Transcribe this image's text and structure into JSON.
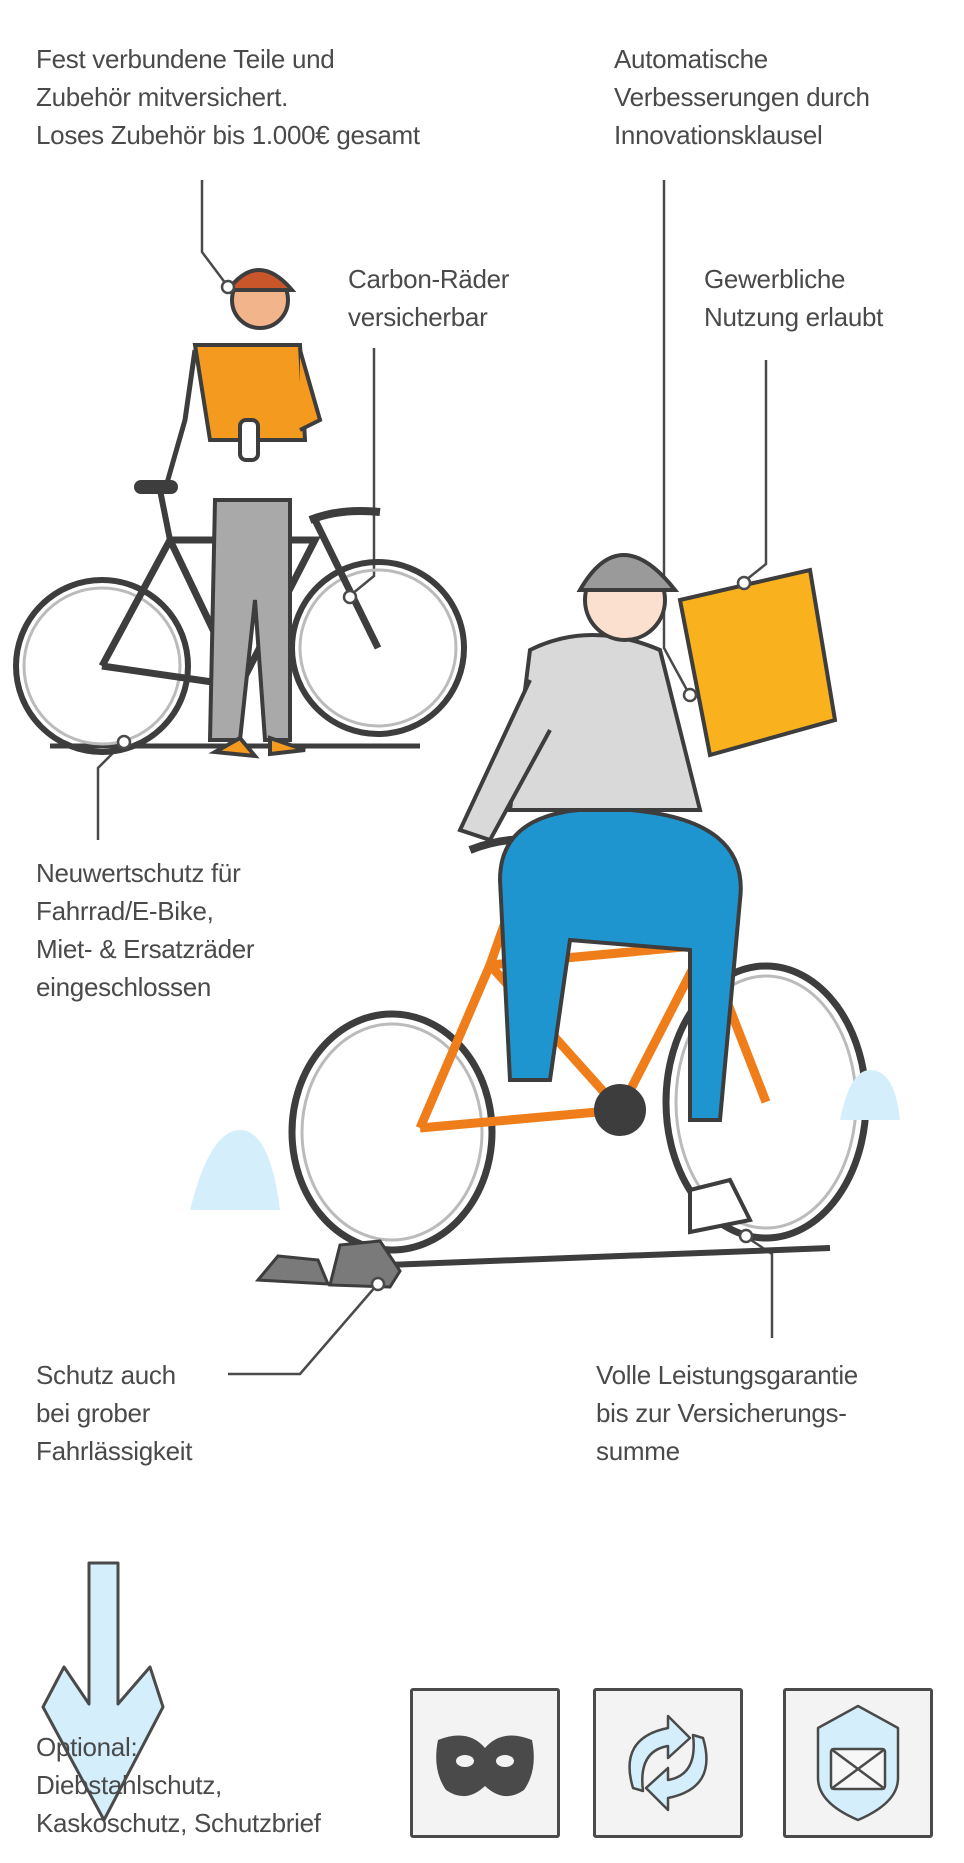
{
  "labels": {
    "accessories": [
      "Fest verbundene Teile und",
      "Zubehör mitversichert.",
      "Loses Zubehör bis 1.000€ gesamt"
    ],
    "innovation": [
      "Automatische",
      "Verbesserungen durch",
      "Innovationsklausel"
    ],
    "carbon": [
      "Carbon-Räder",
      "versicherbar"
    ],
    "commercial": [
      "Gewerbliche",
      "Nutzung erlaubt"
    ],
    "new_value": [
      "Neuwertschutz für",
      "Fahrrad/E-Bike,",
      "Miet- & Ersatzräder",
      "eingeschlossen"
    ],
    "negligence": [
      "Schutz auch",
      "bei grober",
      "Fahrlässigkeit"
    ],
    "guarantee": [
      "Volle Leistungsgarantie",
      "bis zur Versicherungs-",
      "summe"
    ]
  },
  "optional": [
    "Optional:",
    "Diebstahlschutz,",
    "Kaskoschutz, Schutzbrief"
  ],
  "optional_icons": [
    "mask-icon",
    "refresh-icon",
    "shield-envelope-icon"
  ],
  "colors": {
    "text": "#4a4a4a",
    "orange": "#f39a1f",
    "blue": "#1f95d0",
    "light_blue": "#d4effb",
    "yellow": "#f9b21d"
  }
}
